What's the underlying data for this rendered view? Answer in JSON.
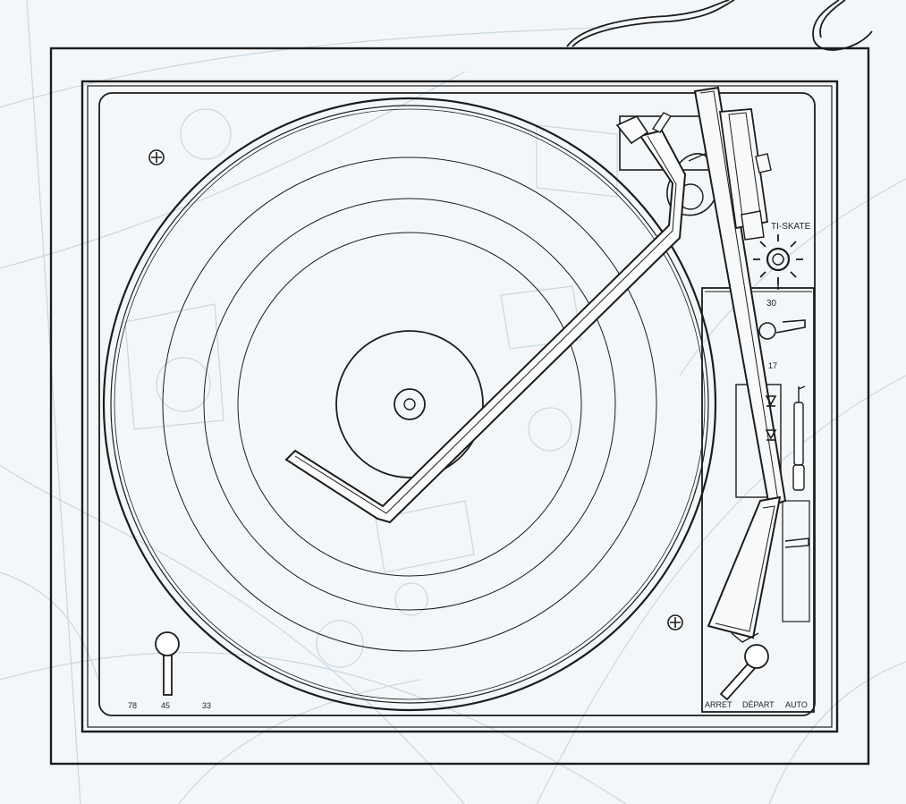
{
  "labels": {
    "antiskate": "TI-SKATE",
    "antiskate_30": "30",
    "antiskate_17": "17",
    "speed_78": "78",
    "speed_45": "45",
    "speed_33": "33",
    "mode_arret": "ARRET",
    "mode_depart": "DÉPART",
    "mode_auto": "AUTO"
  },
  "colors": {
    "paper": "#f4f7f9",
    "ink": "#1c1c1c",
    "ghost": "#b9cfdc"
  }
}
